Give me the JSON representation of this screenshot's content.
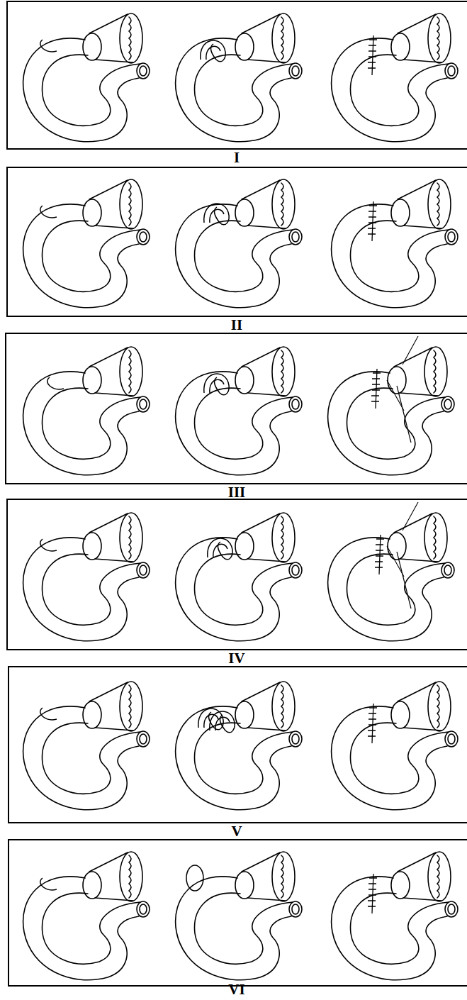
{
  "diagram": {
    "labels": [
      "I",
      "II",
      "III",
      "IV",
      "V",
      "VI"
    ]
  }
}
